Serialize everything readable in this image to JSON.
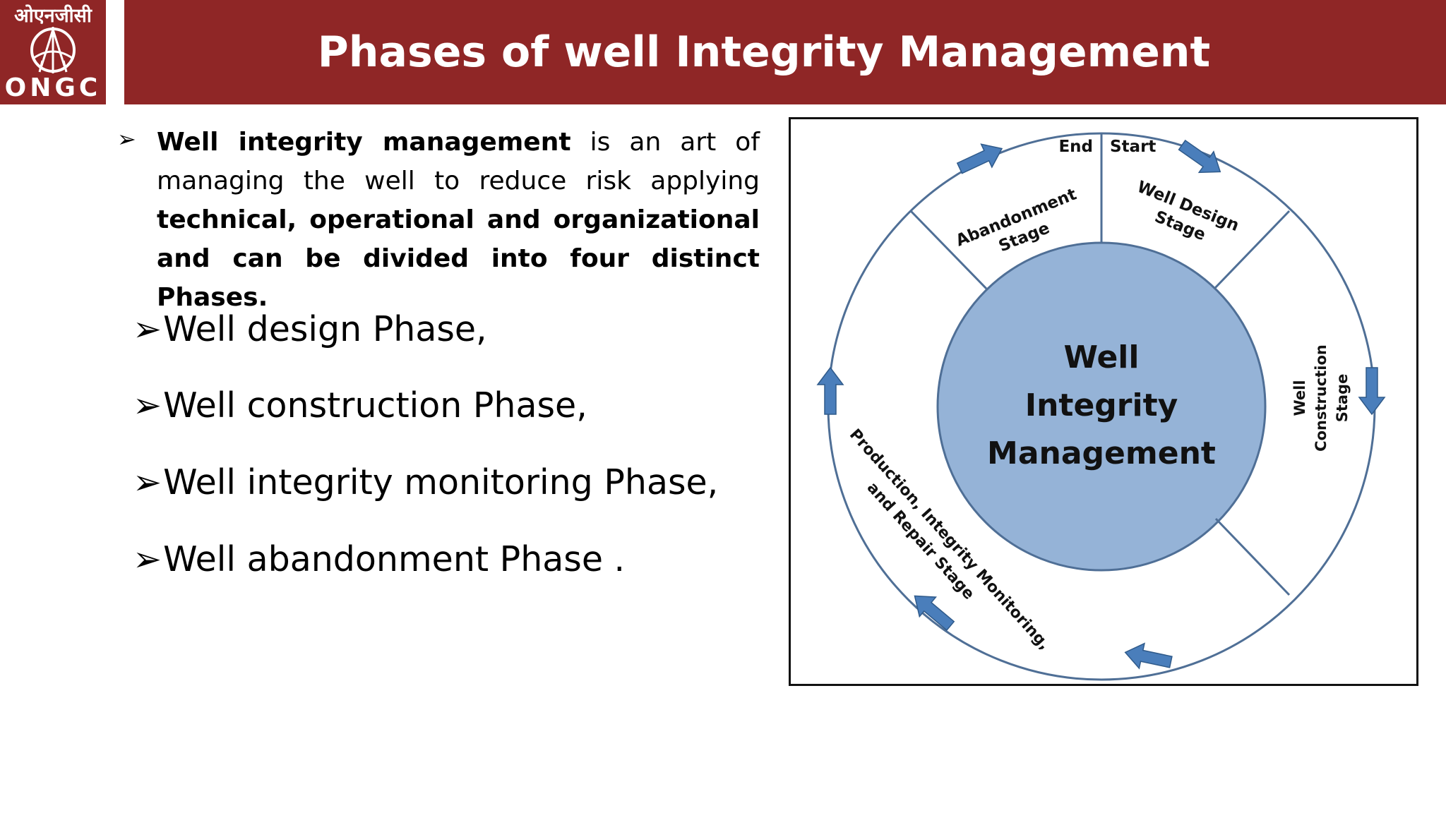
{
  "logo": {
    "hindi_name": "ओएनजीसी",
    "name": "ONGC",
    "icon": "derrick-emblem-icon"
  },
  "title": "Phases of well Integrity Management",
  "intro": {
    "bold_lead": "Well integrity management",
    "middle": " is an art of managing the well to reduce risk applying ",
    "bold_tail": "technical, operational and organizational and can be divided into four distinct Phases."
  },
  "phases": [
    "Well design Phase,",
    "Well construction Phase,",
    "Well integrity monitoring Phase,",
    "Well abandonment Phase ."
  ],
  "diagram": {
    "center_lines": [
      "Well",
      "Integrity",
      "Management"
    ],
    "end_label": "End",
    "start_label": "Start",
    "stages": {
      "well_design": [
        "Well Design",
        "Stage"
      ],
      "construction": [
        "Well",
        "Construction",
        "Stage"
      ],
      "production": [
        "Production, Integrity Monitoring,",
        "and Repair Stage"
      ],
      "abandonment": [
        "Abandonment",
        "Stage"
      ]
    },
    "colors": {
      "circle_fill": "#95b3d7",
      "outline": "#4f6f96",
      "arrow_fill": "#4a7ebb",
      "header_bg": "#8f2626"
    }
  }
}
